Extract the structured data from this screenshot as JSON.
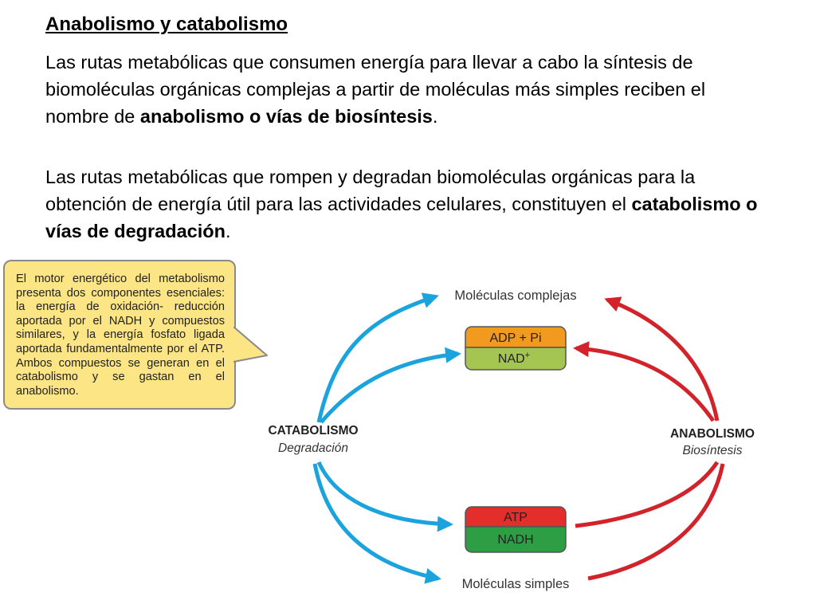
{
  "heading": {
    "title": "Anabolismo y catabolismo"
  },
  "paragraph1": {
    "text_a": "Las rutas metabólicas que consumen energía para llevar a cabo la síntesis de biomoléculas orgánicas complejas a partir de moléculas más simples reciben el nombre de ",
    "bold": "anabolismo o vías de biosíntesis",
    "text_b": "."
  },
  "paragraph2": {
    "text_a": "Las rutas metabólicas que rompen y degradan biomoléculas orgánicas para la obtención de energía útil para las actividades celulares, constituyen el ",
    "bold": "catabolismo o vías de degradación",
    "text_b": "."
  },
  "callout": {
    "text": "El motor energético del metabolismo presenta dos componentes esenciales: la energía de oxidación- reducción aportada por el NADH y compuestos similares, y la energía fosfato ligada aportada fundamentalmente por el ATP. Ambos compuestos se generan en el catabolismo y se gastan en el anabolismo."
  },
  "diagram": {
    "molecules_complex": "Moléculas complejas",
    "molecules_simple": "Moléculas simples",
    "catabolism": {
      "title": "CATABOLISMO",
      "subtitle": "Degradación"
    },
    "anabolism": {
      "title": "ANABOLISMO",
      "subtitle": "Biosíntesis"
    },
    "top_box": {
      "upper": "ADP + Pi",
      "lower_base": "NAD",
      "lower_sup": "+"
    },
    "bottom_box": {
      "upper": "ATP",
      "lower": "NADH"
    },
    "colors": {
      "catabolism_arrow": "#1ba3dd",
      "anabolism_arrow": "#d2232a",
      "orange": "#f29a1f",
      "light_green": "#a4c552",
      "red": "#e42e2b",
      "green": "#2e9e45",
      "callout_bg": "#fbe584"
    }
  }
}
